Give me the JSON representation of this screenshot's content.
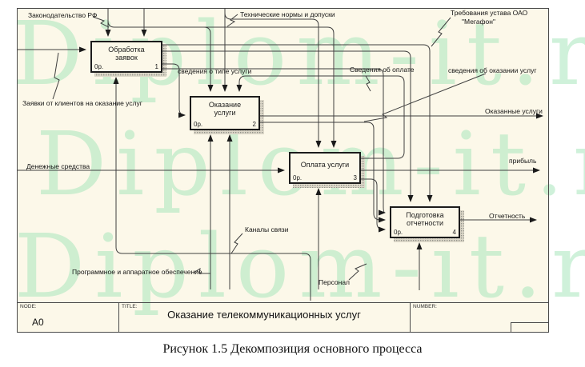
{
  "watermark": {
    "text": "Diplom-it.ru",
    "color": "#a9e6bc"
  },
  "caption": "Рисунок 1.5 Декомпозиция основного процесса",
  "title_bar": {
    "node_label": "NODE:",
    "node_value": "A0",
    "title_label": "TITLE:",
    "title_value": "Оказание телекоммуникационных услуг",
    "number_label": "NUMBER:"
  },
  "boxes": [
    {
      "line1": "Обработка",
      "line2": "заявок",
      "cost": "0р.",
      "num": "1"
    },
    {
      "line1": "Оказание",
      "line2": "услуги",
      "cost": "0р.",
      "num": "2"
    },
    {
      "line1": "Оплата услуги",
      "line2": "",
      "cost": "0р.",
      "num": "3"
    },
    {
      "line1": "Подготовка",
      "line2": "отчетности",
      "cost": "0р.",
      "num": "4"
    }
  ],
  "labels": {
    "legislation": "Законодательство РФ",
    "tech_norms": "Технические нормы и допуски",
    "charter_line1": "Требования устава ОАО",
    "charter_line2": "\"Мегафон\"",
    "client_requests": "Заявки от клиентов на оказание услуг",
    "service_type_info": "сведения о типе услуги",
    "payment_info": "Сведения об оплате",
    "service_provision_info": "сведения об оказании услуг",
    "services_rendered": "Оказанные услуги",
    "money": "Денежные средства",
    "profit": "прибыль",
    "reporting": "Отчетность",
    "channels": "Каналы связи",
    "software_hardware": "Программное и аппаратное обеспечение",
    "personnel": "Персонал"
  },
  "colors": {
    "background": "#fcf8e9",
    "line": "#3f3f3f",
    "box_border": "#1c1c1c"
  }
}
